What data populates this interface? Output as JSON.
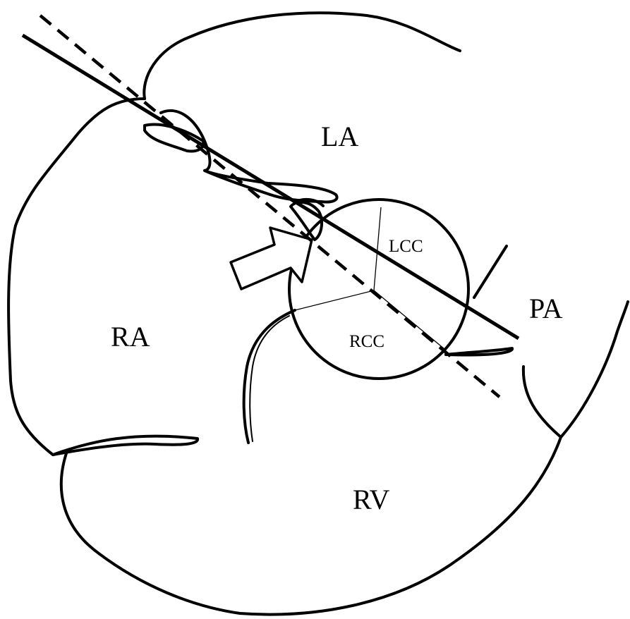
{
  "labels": {
    "la": "LA",
    "ra": "RA",
    "rv": "RV",
    "pa": "PA",
    "lcc": "LCC",
    "rcc": "RCC"
  },
  "colors": {
    "stroke": "#000000",
    "background": "#ffffff"
  }
}
